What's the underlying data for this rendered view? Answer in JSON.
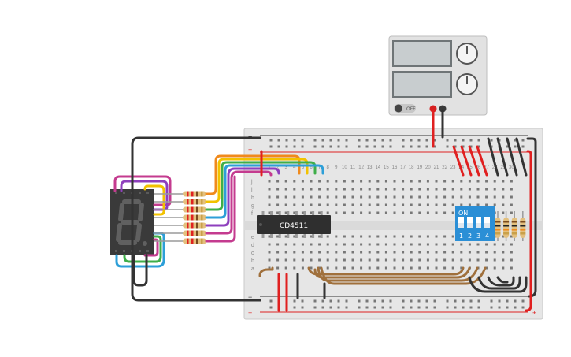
{
  "chip": {
    "label": "CD4511"
  },
  "dip_switch": {
    "label": "ON",
    "numbers": [
      "1",
      "2",
      "3",
      "4"
    ]
  },
  "power_supply": {
    "switch_label": "OFF"
  },
  "breadboard": {
    "rail_plus": "+",
    "rail_minus": "−",
    "row_letters_top": [
      "j",
      "i",
      "h",
      "g",
      "f"
    ],
    "row_letters_bottom": [
      "e",
      "d",
      "c",
      "b",
      "a"
    ],
    "column_numbers": [
      "1",
      "2",
      "3",
      "4",
      "5",
      "6",
      "7",
      "8",
      "9",
      "10",
      "11",
      "12",
      "13",
      "14",
      "15",
      "16",
      "17",
      "18",
      "19",
      "20",
      "21",
      "22",
      "23",
      "24",
      "25",
      "26",
      "27",
      "28",
      "29",
      "30"
    ]
  },
  "colors": {
    "wire_red": "#e02020",
    "wire_black": "#333333",
    "wire_brown": "#a0703c",
    "wire_purple": "#8e3fbd",
    "wire_blue": "#2d9fd8",
    "wire_green": "#3fae49",
    "wire_yellow": "#f2c200",
    "wire_orange": "#f08a1c",
    "wire_magenta": "#c43b8f",
    "dip_blue": "#2b8fd6",
    "display_body": "#3a3a3a"
  }
}
